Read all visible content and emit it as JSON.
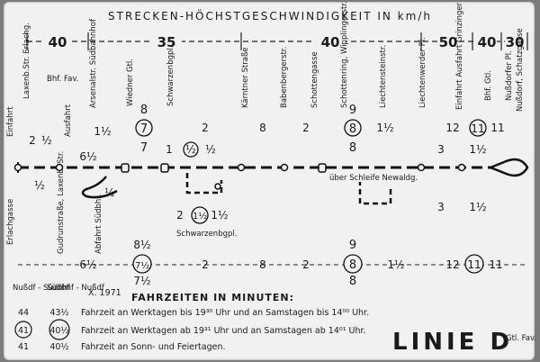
{
  "title": "STRECKEN-HÖCHSTGESCHWINDIGKEIT IN km/h",
  "speeds": [
    "40",
    "35",
    "40",
    "50",
    "40",
    "30"
  ],
  "stops": [
    "Laxenb.Str. Erlachg.",
    "Arsenalstr. Südbahnhof",
    "Wiedner Gtl.",
    "Schwarzenbgpl.",
    "Kärntner Straße",
    "Babenbergerstr.",
    "Schottengasse",
    "Schottenring, Wipplingerstr.",
    "Liechtensteinstr.",
    "Liechtenwerder Pl.",
    "Einfahrt Ausfahrt Grinzinger Str.",
    "Bhf. Gtl.",
    "Nußdorfer Pl.",
    "Nußdorf, Schatzgasse"
  ],
  "left_labels": {
    "bhf_fav": "Bhf. Fav.",
    "einfahrt": "Einfahrt",
    "ausfahrt": "Ausfahrt",
    "erlachgasse": "Erlachgasse",
    "gudrunstrasse": "Gudrunstraße, Laxenb. Str.",
    "abfahrt": "Abfahrt Südbhf."
  },
  "upper_times": {
    "t1": "2",
    "t2": "½",
    "t3": "1½",
    "t4": "6½",
    "t5": "8",
    "t6": "7",
    "t7": "2",
    "t8": "1",
    "t9": "½",
    "t10": "½",
    "t11": "8",
    "t12": "2",
    "t13": "9",
    "t14": "8",
    "t15": "1½",
    "t16": "12",
    "t17": "11",
    "t18": "11",
    "t19": "8",
    "t20": "3",
    "t21": "1½",
    "t22": "½",
    "t23": "½"
  },
  "middle_times": {
    "m1": "2",
    "m2": "1½",
    "m3": "1½",
    "m4": "3",
    "m5": "1½"
  },
  "loop_label": "über Schleife Newaldg.",
  "detour_label": "Schwarzenbgpl.",
  "lower_times": {
    "l1": "6½",
    "l2": "8½",
    "l3": "7½",
    "l4": "7½",
    "l5": "2",
    "l6": "8",
    "l7": "2",
    "l8": "9",
    "l9": "8",
    "l10": "8",
    "l11": "1½",
    "l12": "12",
    "l13": "11",
    "l14": "11"
  },
  "legend": {
    "col1": "Nußdf - Südbhf",
    "col2": "Südbhf - Nußdf",
    "date": "X. 1971",
    "heading": "FAHRZEITEN IN MINUTEN:",
    "rows": [
      {
        "a": "44",
        "b": "43½",
        "text": "Fahrzeit an Werktagen bis 19³⁰ Uhr und an Samstagen bis 14⁰⁰ Uhr."
      },
      {
        "a": "41",
        "b": "40½",
        "text": "Fahrzeit an Werktagen ab 19³¹ Uhr und an Samstagen ab 14⁰¹ Uhr."
      },
      {
        "a": "41",
        "b": "40½",
        "text": "Fahrzeit an Sonn- und Feiertagen."
      }
    ]
  },
  "line_name": "LINIE D",
  "line_route": "Gtl. Fav."
}
